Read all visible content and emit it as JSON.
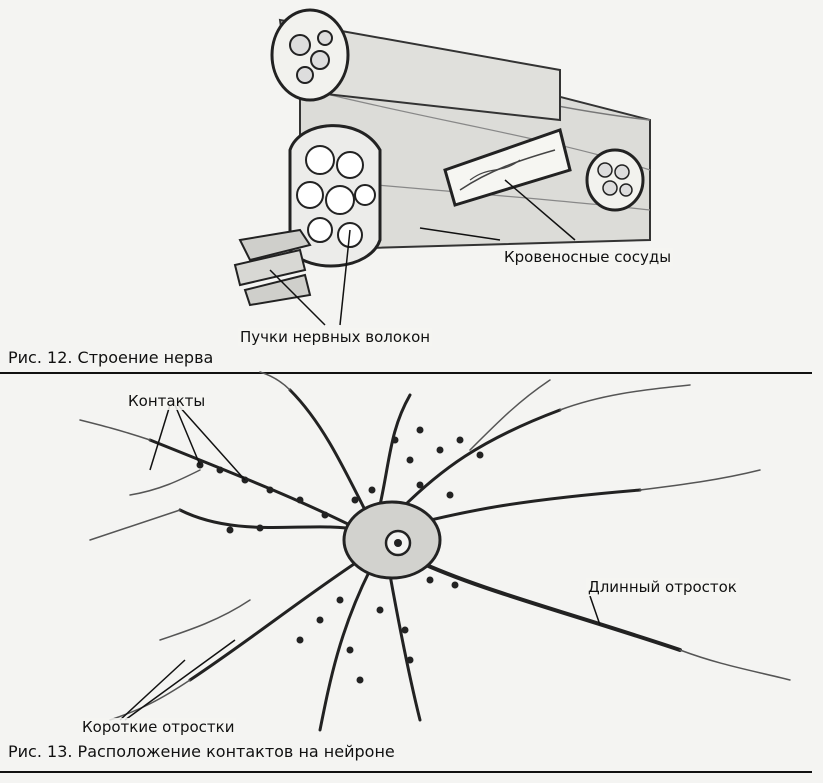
{
  "figure12": {
    "caption": "Рис. 12. Строение нерва",
    "labels": {
      "vessels": "Кровеносные сосуды",
      "bundles": "Пучки нервных волокон"
    }
  },
  "figure13": {
    "caption": "Рис. 13. Расположение контактов на нейроне",
    "labels": {
      "contacts": "Контакты",
      "long_process": "Длинный отросток",
      "short_processes": "Короткие отростки"
    }
  }
}
